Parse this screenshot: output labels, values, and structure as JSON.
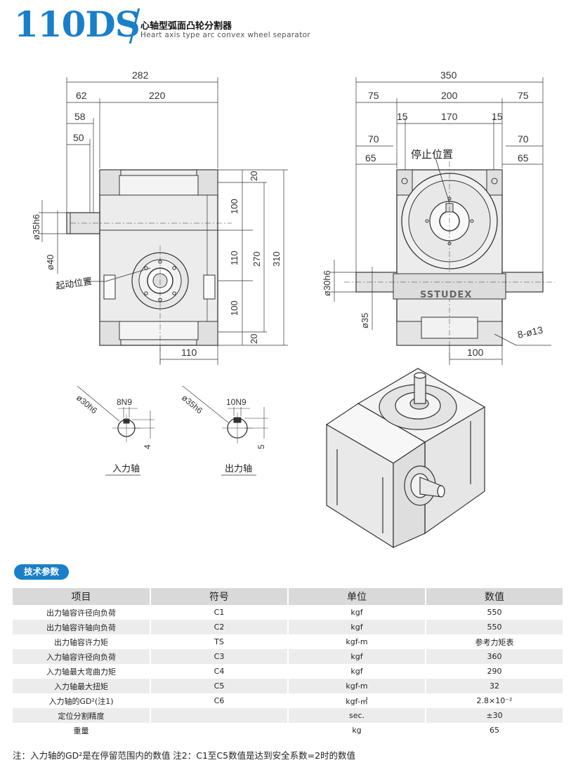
{
  "header": {
    "model": "110DS",
    "title_cn": "心轴型弧面凸轮分割器",
    "title_en": "Heart axis type arc convex wheel separator"
  },
  "drawing": {
    "left_view": {
      "dims_top": [
        "282",
        "62",
        "220",
        "58",
        "50"
      ],
      "dims_right": [
        "20",
        "100",
        "110",
        "100",
        "20",
        "270",
        "310"
      ],
      "dims_left": [
        "ø35h6",
        "ø40"
      ],
      "dim_bottom": "110",
      "label_start": "起动位置"
    },
    "right_view": {
      "dims_top": [
        "350",
        "75",
        "200",
        "75",
        "15",
        "170",
        "15",
        "70",
        "65",
        "70",
        "65"
      ],
      "dims_left": [
        "ø30h6",
        "ø35"
      ],
      "dim_bottom": "100",
      "holes": "8-ø13",
      "label_stop": "停止位置",
      "brand": "SSTUDEX"
    },
    "input_shaft": {
      "dia": "ø30h6",
      "key": "8N9",
      "depth": "4",
      "label": "入力轴"
    },
    "output_shaft": {
      "dia": "ø35h6",
      "key": "10N9",
      "depth": "5",
      "label": "出力轴"
    }
  },
  "spec": {
    "badge": "技术参数",
    "headers": [
      "项目",
      "符号",
      "单位",
      "数值"
    ],
    "rows": [
      [
        "出力轴容许径向负荷",
        "C1",
        "kgf",
        "550"
      ],
      [
        "出力轴容许轴向负荷",
        "C2",
        "kgf",
        "550"
      ],
      [
        "出力轴容许力矩",
        "TS",
        "kgf-m",
        "参考力矩表"
      ],
      [
        "入力轴容许径向负荷",
        "C3",
        "kgf",
        "360"
      ],
      [
        "入力轴最大弯曲力矩",
        "C4",
        "kgf",
        "290"
      ],
      [
        "入力轴最大扭矩",
        "C5",
        "kgf-m",
        "32"
      ],
      [
        "入力轴的GD²(注1)",
        "C6",
        "kgf-㎡",
        "2.8×10⁻²"
      ],
      [
        "定位分割精度",
        "",
        "sec.",
        "±30"
      ],
      [
        "重量",
        "",
        "kg",
        "65"
      ]
    ],
    "footnote": "注：入力轴的GD²是在停留范围内的数值    注2：C1至C5数值是达到安全系数=2时的数值"
  }
}
